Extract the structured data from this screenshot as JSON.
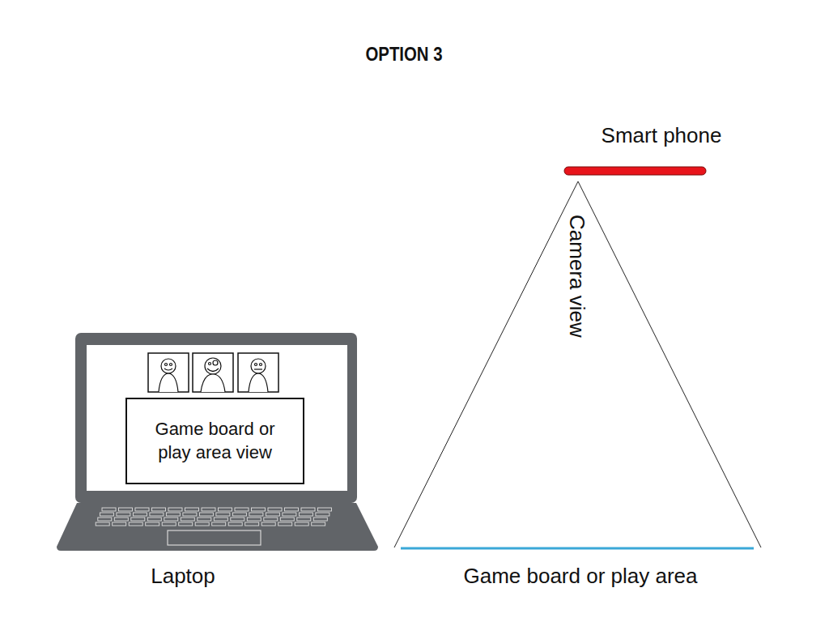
{
  "diagram": {
    "title": "OPTION 3",
    "nodes": [
      {
        "text": [
          "Game board or play area view"
        ]
      }
    ],
    "labels": [
      "Smart phone",
      "Camera view",
      "Laptop",
      "Game board or play area"
    ]
  }
}
